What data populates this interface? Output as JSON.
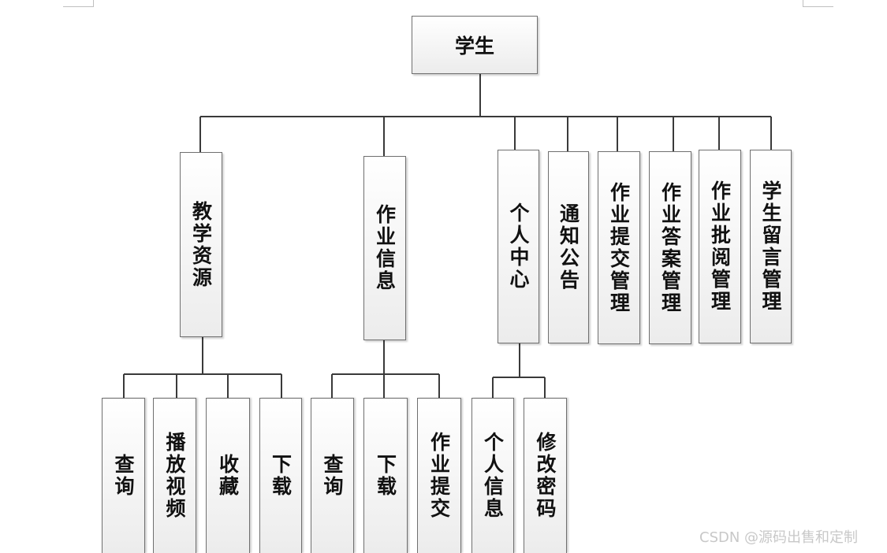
{
  "root": {
    "label": "学生"
  },
  "level1": {
    "teaching_resources": "教学资源",
    "homework_info": "作业信息",
    "personal_center": "个人中心",
    "notice": "通知公告",
    "homework_submit_mgmt": "作业提交管理",
    "homework_answer_mgmt": "作业答案管理",
    "homework_review_mgmt": "作业批阅管理",
    "student_message_mgmt": "学生留言管理"
  },
  "level2": {
    "resources_query": "查询",
    "resources_play_video": "播放视频",
    "resources_favorite": "收藏",
    "resources_download": "下载",
    "homework_query": "查询",
    "homework_download": "下载",
    "homework_submit": "作业提交",
    "personal_info": "个人信息",
    "change_password": "修改密码"
  },
  "watermark": "CSDN @源码出售和定制"
}
